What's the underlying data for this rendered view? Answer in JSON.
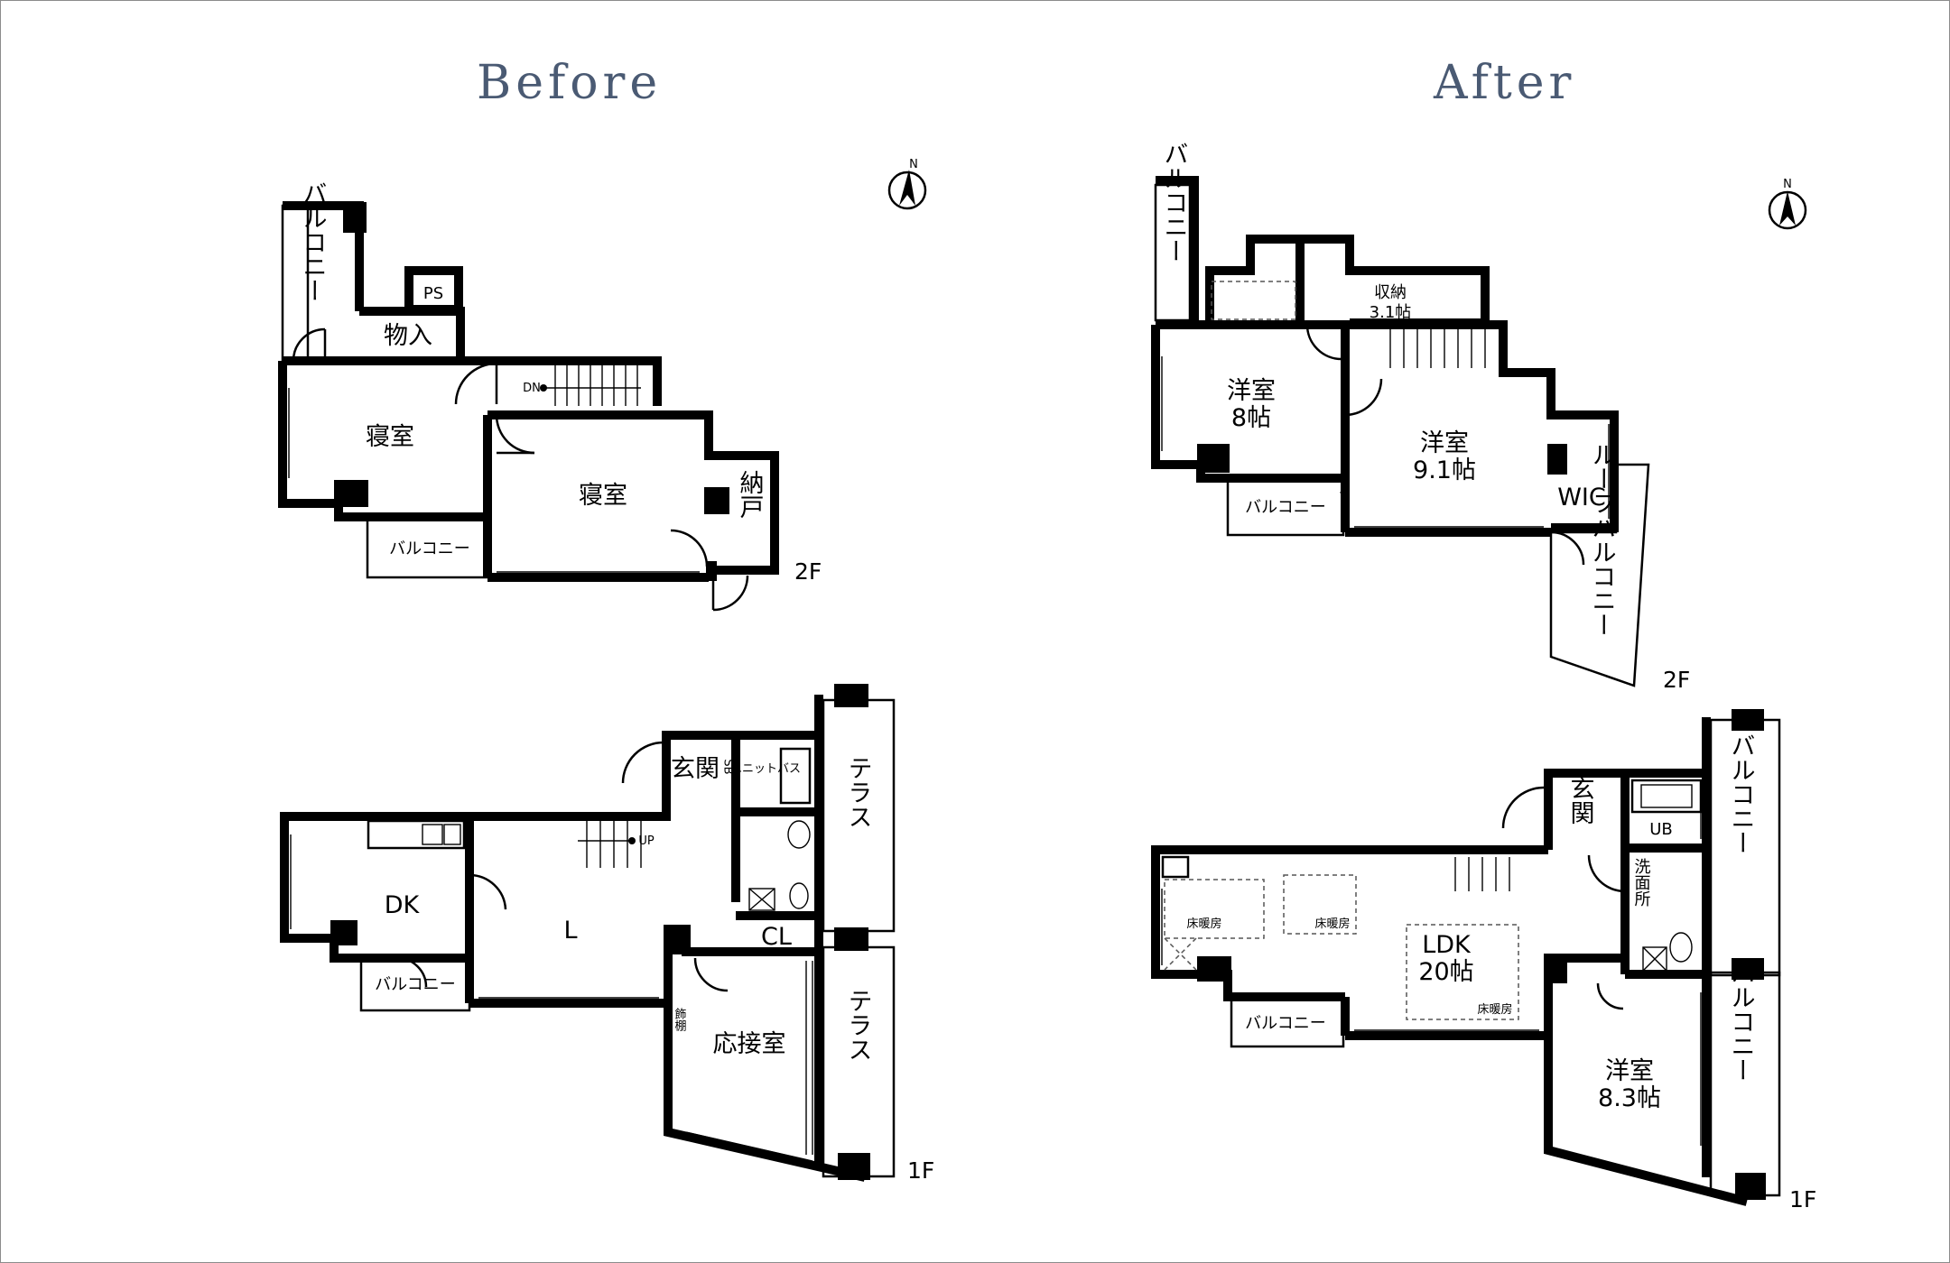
{
  "headings": {
    "before": "Before",
    "after": "After"
  },
  "compass": {
    "north": "N"
  },
  "before": {
    "floor2": {
      "floor_label": "2F",
      "rooms": {
        "balcony_west": "バルコニー",
        "ps": "PS",
        "storage": "物入",
        "bedroom_west": "寝室",
        "bedroom_east": "寝室",
        "closet": "納戸",
        "balcony_south": "バルコニー",
        "stairs": "DN"
      }
    },
    "floor1": {
      "floor_label": "1F",
      "rooms": {
        "entrance": "玄関",
        "shoe_box": "SB",
        "unit_bath": "ユニットバス",
        "dk": "DK",
        "living": "L",
        "cl": "CL",
        "reception": "応接室",
        "shelf": "飾棚",
        "terrace_north": "テラス",
        "terrace_south": "テラス",
        "balcony": "バルコニー",
        "stairs": "UP"
      }
    }
  },
  "after": {
    "floor2": {
      "floor_label": "2F",
      "rooms": {
        "balcony_west": "バルコニー",
        "storage": "収納",
        "storage_size": "3.1帖",
        "western1": "洋室",
        "western1_size": "8帖",
        "western2": "洋室",
        "western2_size": "9.1帖",
        "wic": "WIC",
        "balcony_south": "バルコニー",
        "roof_balcony": "ルーフバルコニー"
      }
    },
    "floor1": {
      "floor_label": "1F",
      "rooms": {
        "entrance": "玄関",
        "ub": "UB",
        "washroom": "洗面所",
        "ldk": "LDK",
        "ldk_size": "20帖",
        "floor_heat1": "床暖房",
        "floor_heat2": "床暖房",
        "floor_heat3": "床暖房",
        "western": "洋室",
        "western_size": "8.3帖",
        "balcony": "バルコニー",
        "balcony_east1": "バルコニー",
        "balcony_east2": "バルコニー"
      }
    }
  }
}
